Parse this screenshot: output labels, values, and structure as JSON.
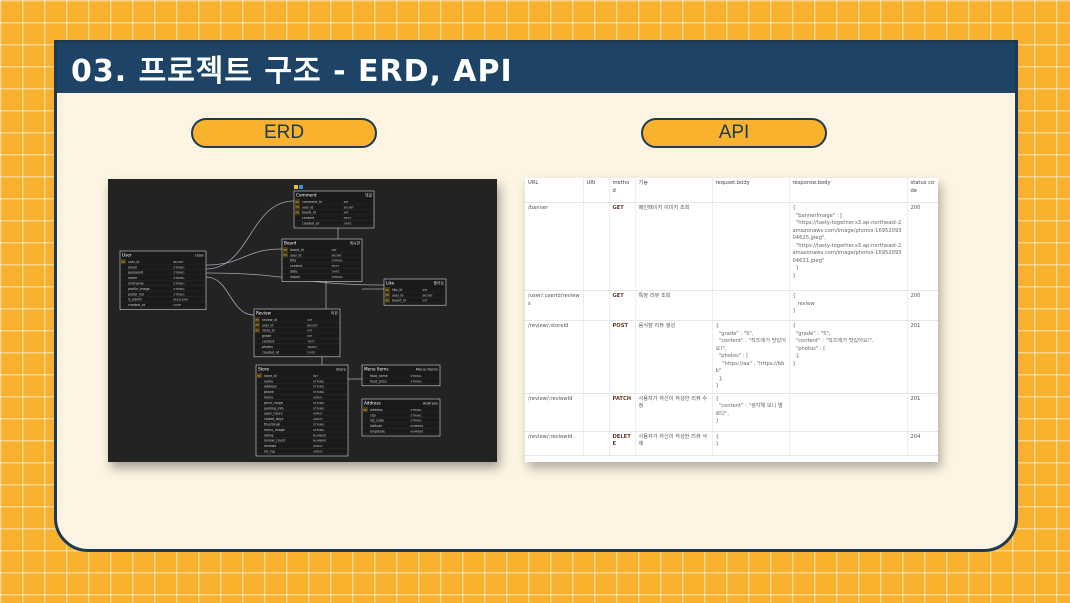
{
  "slide": {
    "title": "03. 프로젝트 구조 - ERD, API",
    "erd_label": "ERD",
    "api_label": "API"
  },
  "erd": {
    "tables": [
      {
        "name": "Comment",
        "tag": "댓글",
        "rows": [
          [
            "PK",
            "comment_id",
            "INT"
          ],
          [
            "FK",
            "user_id",
            "BIGINT"
          ],
          [
            "FK",
            "board_id",
            "INT"
          ],
          [
            "",
            "content",
            "TEXT"
          ],
          [
            "",
            "created_at",
            "DATE"
          ]
        ]
      },
      {
        "name": "Board",
        "tag": "게시판",
        "rows": [
          [
            "PK",
            "board_id",
            "INT"
          ],
          [
            "FK",
            "user_id",
            "BIGINT"
          ],
          [
            "",
            "title",
            "STRING"
          ],
          [
            "",
            "content",
            "TEXT"
          ],
          [
            "",
            "date",
            "DATE"
          ],
          [
            "",
            "region",
            "STRING"
          ]
        ]
      },
      {
        "name": "User",
        "tag": "User",
        "rows": [
          [
            "PK",
            "user_id",
            "BIGINT"
          ],
          [
            "",
            "email",
            "STRING"
          ],
          [
            "",
            "password",
            "STRING"
          ],
          [
            "",
            "name",
            "STRING"
          ],
          [
            "",
            "nickname",
            "STRING"
          ],
          [
            "",
            "profile_image",
            "STRING"
          ],
          [
            "",
            "prefer_list",
            "STRING"
          ],
          [
            "",
            "is_admin",
            "BOOLEAN"
          ],
          [
            "",
            "created_at",
            "DATE"
          ]
        ]
      },
      {
        "name": "Like",
        "tag": "좋아요",
        "rows": [
          [
            "PK",
            "like_id",
            "INT"
          ],
          [
            "FK",
            "user_id",
            "BIGINT"
          ],
          [
            "FK",
            "board_id",
            "INT"
          ]
        ]
      },
      {
        "name": "Review",
        "tag": "리뷰",
        "rows": [
          [
            "PK",
            "review_id",
            "INT"
          ],
          [
            "FK",
            "user_id",
            "BIGINT"
          ],
          [
            "FK",
            "store_id",
            "INT"
          ],
          [
            "",
            "grade",
            "INT"
          ],
          [
            "",
            "content",
            "TEXT"
          ],
          [
            "",
            "photos",
            "ARRAY"
          ],
          [
            "",
            "created_at",
            "DATE"
          ]
        ]
      },
      {
        "name": "Store",
        "tag": "Store",
        "rows": [
          [
            "PK",
            "store_id",
            "INT"
          ],
          [
            "",
            "name",
            "STRING"
          ],
          [
            "",
            "address",
            "STRING"
          ],
          [
            "",
            "phone",
            "STRING"
          ],
          [
            "",
            "menu",
            "ARRAY"
          ],
          [
            "",
            "price_range",
            "STRING"
          ],
          [
            "",
            "parking_info",
            "STRING"
          ],
          [
            "",
            "open_hours",
            "ARRAY"
          ],
          [
            "",
            "closed_days",
            "ARRAY"
          ],
          [
            "",
            "thumbnail",
            "STRING"
          ],
          [
            "",
            "menu_image",
            "STRING"
          ],
          [
            "",
            "rating",
            "NUMBER"
          ],
          [
            "",
            "review_count",
            "NUMBER"
          ],
          [
            "",
            "reviews",
            "ARRAY"
          ],
          [
            "",
            "lat_lng",
            "ARRAY"
          ]
        ]
      },
      {
        "name": "Menu Items",
        "tag": "Menu Items",
        "rows": [
          [
            "",
            "food_name",
            "STRING"
          ],
          [
            "",
            "food_price",
            "STRING"
          ]
        ]
      },
      {
        "name": "Address",
        "tag": "Address",
        "rows": [
          [
            "PK",
            "address",
            "STRING"
          ],
          [
            "",
            "city",
            "STRING"
          ],
          [
            "",
            "zip_code",
            "STRING"
          ],
          [
            "",
            "latitude",
            "NUMBER"
          ],
          [
            "",
            "longitude",
            "NUMBER"
          ]
        ]
      }
    ]
  },
  "api": {
    "headers": [
      "URL",
      "URI",
      "method",
      "기능",
      "requset.body",
      "response.body",
      "status code"
    ],
    "rows": [
      {
        "url": "/banner",
        "uri": "",
        "method": "GET",
        "desc": "메인페이지 이미지 조회",
        "req": "",
        "res": "{\n  \"bannerImage\" : [\n  \"https://tasty-together.s3.ap-northeast-2.amazonaws.com/image/photos-1695209304625.jpeg\",\n  \"https://tasty-together.s3.ap-northeast-2.amazonaws.com/image/photos-1695209304631.jpeg\"\n  ]\n}",
        "status": "200"
      },
      {
        "url": "/user/:userId/reviews",
        "uri": "",
        "method": "GET",
        "desc": "특정 리뷰 조회",
        "req": "",
        "res": "{\n   review\n}",
        "status": "200"
      },
      {
        "url": "/review/:storeId",
        "uri": "",
        "method": "POST",
        "desc": "음식점 리뷰 생성",
        "req": "{\n  \"grade\" : \"5\",\n  \"content\" : \"직즈에거 맛있어요!\",\n  \"photos\" : [\n    \"https://aa\" , \"https://bbb\"\n  ],\n}",
        "res": "{\n  \"grade\" : \"5\",\n  \"content\" : \"직즈에거 맛있어요!\",\n  \"photos\" : [\n  ],\n}",
        "status": "201"
      },
      {
        "url": "/review/:reviewId",
        "uri": "",
        "method": "PATCH",
        "desc": "사용자가 자신이 작성한 리뷰 수정",
        "req": "{\n  \"content\" : \"생각해 보니 별로다\",\n}",
        "res": "",
        "status": "201"
      },
      {
        "url": "/review/:reviewId",
        "uri": "",
        "method": "DELETE",
        "desc": "사용자가 자신이 작성한 리뷰 삭제",
        "req": "{\n}",
        "res": "",
        "status": "204"
      }
    ]
  }
}
